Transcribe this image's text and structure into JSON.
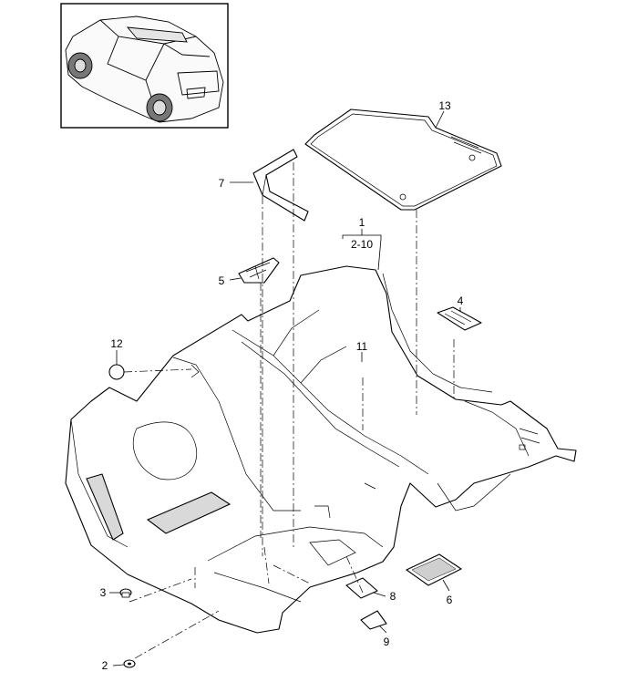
{
  "callouts": {
    "c1": "1",
    "c2_10": "2-10",
    "c2": "2",
    "c3": "3",
    "c4": "4",
    "c5": "5",
    "c6": "6",
    "c7": "7",
    "c8": "8",
    "c9": "9",
    "c11": "11",
    "c12": "12",
    "c13": "13"
  },
  "icons": {
    "vehicle": "suv-outline-icon"
  }
}
